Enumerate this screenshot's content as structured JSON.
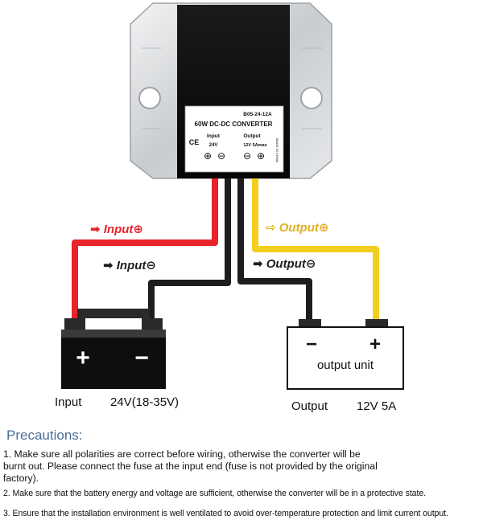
{
  "colors": {
    "red_wire": "#e8232a",
    "black_wire": "#1d1d1d",
    "yellow_wire": "#f2cf1e",
    "input_label": "#e8232a",
    "output_label": "#e0b020",
    "precaution_title": "#4a6f93"
  },
  "converter": {
    "model": "B05-24-12A",
    "title": "60W DC-DC CONVERTER",
    "ce_mark": "CE",
    "input_heading": "Input",
    "input_value": "24V",
    "output_heading": "Output",
    "output_value": "12V  5Amax",
    "side_text": "MADE IN CHINA",
    "plus_symbol": "⊕",
    "minus_symbol": "⊖"
  },
  "labels": {
    "input_plus": "➡ Input⊕",
    "input_minus": "➡ Input⊖",
    "output_plus": "⇨ Output⊕",
    "output_minus": "➡ Output⊖"
  },
  "battery": {
    "plus": "+",
    "minus": "−",
    "caption_name": "Input",
    "caption_value": "24V(18-35V)"
  },
  "output_unit": {
    "minus": "−",
    "plus": "+",
    "label": "output unit",
    "caption_name": "Output",
    "caption_value": "12V 5A"
  },
  "precautions": {
    "title": "Precautions:",
    "item1": "1. Make sure all polarities are correct before wiring, otherwise the converter will be burnt out. Please connect the fuse at the input end (fuse is not provided by the original factory).",
    "item2": "2. Make sure that the battery energy and voltage are sufficient, otherwise the converter will be in a protective state.",
    "item3": "3. Ensure that the installation environment is well ventilated to avoid over-temperature protection and limit current output."
  }
}
